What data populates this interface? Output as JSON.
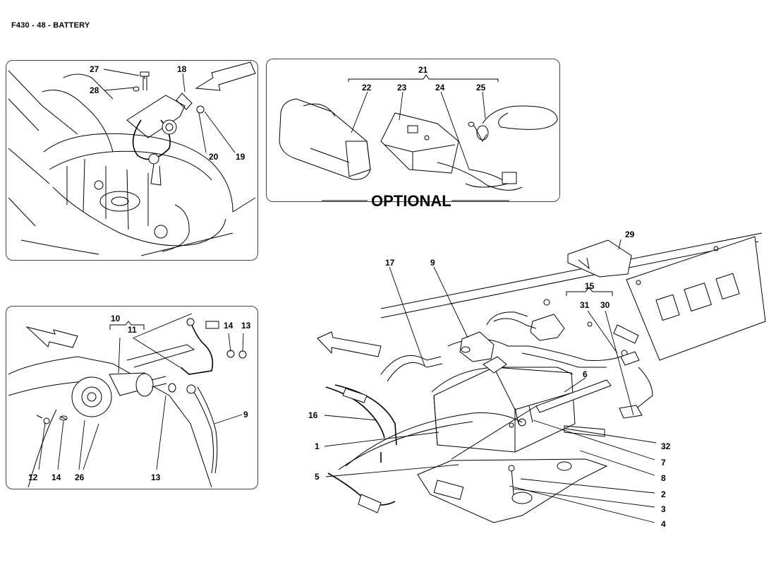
{
  "title": "F430 - 48 - BATTERY",
  "optional_label": "OPTIONAL",
  "callouts": {
    "p1": [
      "27",
      "18",
      "28",
      "20",
      "19"
    ],
    "p2": [
      "21",
      "22",
      "23",
      "24",
      "25"
    ],
    "p3": [
      "10",
      "11",
      "14",
      "13",
      "9",
      "12",
      "14",
      "26",
      "13"
    ],
    "p4": [
      "29",
      "17",
      "9",
      "15",
      "31",
      "30",
      "6",
      "16",
      "1",
      "32",
      "5",
      "7",
      "8",
      "2",
      "3",
      "4"
    ]
  }
}
